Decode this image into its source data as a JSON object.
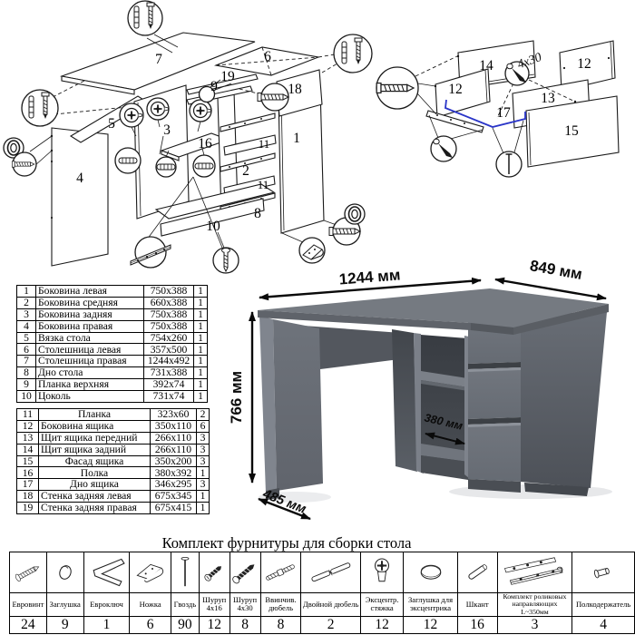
{
  "colors": {
    "desk_gray": "#6e737a",
    "highlight_blue": "#2a35c8"
  },
  "diagrams": {
    "desk_exploded": {
      "labels": {
        "p7": "7",
        "p6": "6",
        "p19": "19",
        "p18": "18",
        "p9": "9",
        "p5": "5",
        "p3": "3",
        "p16": "16",
        "p2": "2",
        "p1": "1",
        "p4": "4",
        "p8": "8",
        "p10": "10",
        "p11a": "11",
        "p11b": "11"
      }
    },
    "drawer_exploded": {
      "labels": {
        "p14": "14",
        "p12a": "12",
        "p12b": "12",
        "p13": "13",
        "p15": "15",
        "p17": "17"
      },
      "screw_note": "4x30"
    }
  },
  "parts_table": {
    "rows": [
      {
        "num": "1",
        "name": "Боковина левая",
        "size": "750x388",
        "qty": "1"
      },
      {
        "num": "2",
        "name": "Боковина средняя",
        "size": "660x388",
        "qty": "1"
      },
      {
        "num": "3",
        "name": "Боковина задняя",
        "size": "750x388",
        "qty": "1"
      },
      {
        "num": "4",
        "name": "Боковина правая",
        "size": "750x388",
        "qty": "1"
      },
      {
        "num": "5",
        "name": "Вязка стола",
        "size": "754x260",
        "qty": "1"
      },
      {
        "num": "6",
        "name": "Столешница левая",
        "size": "357x500",
        "qty": "1"
      },
      {
        "num": "7",
        "name": "Столешница правая",
        "size": "1244x492",
        "qty": "1"
      },
      {
        "num": "8",
        "name": "Дно стола",
        "size": "731x388",
        "qty": "1"
      },
      {
        "num": "9",
        "name": "Планка верхняя",
        "size": "392x74",
        "qty": "1"
      },
      {
        "num": "10",
        "name": "Цоколь",
        "size": "731x74",
        "qty": "1"
      },
      {
        "num": "11",
        "name": "Планка",
        "size": "323x60",
        "qty": "2"
      },
      {
        "num": "12",
        "name": "Боковина ящика",
        "size": "350x110",
        "qty": "6"
      },
      {
        "num": "13",
        "name": "Щит ящика передний",
        "size": "266x110",
        "qty": "3"
      },
      {
        "num": "14",
        "name": "Щит ящика задний",
        "size": "266x110",
        "qty": "3"
      },
      {
        "num": "15",
        "name": "Фасад ящика",
        "size": "350x200",
        "qty": "3"
      },
      {
        "num": "16",
        "name": "Полка",
        "size": "380x392",
        "qty": "1"
      },
      {
        "num": "17",
        "name": "Дно ящика",
        "size": "346x295",
        "qty": "3"
      },
      {
        "num": "18",
        "name": "Стенка задняя левая",
        "size": "675x345",
        "qty": "1"
      },
      {
        "num": "19",
        "name": "Стенка задняя правая",
        "size": "675x415",
        "qty": "1"
      }
    ]
  },
  "desk_view": {
    "width_label": "1244 мм",
    "depth_label": "849 мм",
    "height_label": "766 мм",
    "bottom_depth_label": "485 мм",
    "shelf_depth_label": "380 мм"
  },
  "hardware": {
    "title": "Комплект фурнитуры для сборки стола",
    "items": [
      {
        "name": "Евровинт",
        "qty": "24",
        "icon": "confirmat"
      },
      {
        "name": "Заглушка",
        "qty": "9",
        "icon": "cap"
      },
      {
        "name": "Евроключ",
        "qty": "1",
        "icon": "hexkey"
      },
      {
        "name": "Ножка",
        "qty": "6",
        "icon": "foot"
      },
      {
        "name": "Гвоздь",
        "qty": "90",
        "icon": "nail"
      },
      {
        "name": "Шуруп 4x16",
        "qty": "12",
        "icon": "screwshort"
      },
      {
        "name": "Шуруп 4x30",
        "qty": "8",
        "icon": "screwlong"
      },
      {
        "name": "Ввинчив. дюбель",
        "qty": "8",
        "icon": "dowelscrew"
      },
      {
        "name": "Двойной дюбель",
        "qty": "2",
        "icon": "doubledowel"
      },
      {
        "name": "Эксцентр. стяжка",
        "qty": "12",
        "icon": "camlock"
      },
      {
        "name": "Заглушка для эксцентрика",
        "qty": "12",
        "icon": "camcap"
      },
      {
        "name": "Шкант",
        "qty": "16",
        "icon": "wooddowel"
      },
      {
        "name": "Комплект роликовых направляющих L~350мм",
        "qty": "3",
        "icon": "slides"
      },
      {
        "name": "Полкодержатель",
        "qty": "4",
        "icon": "shelfpin"
      }
    ]
  }
}
